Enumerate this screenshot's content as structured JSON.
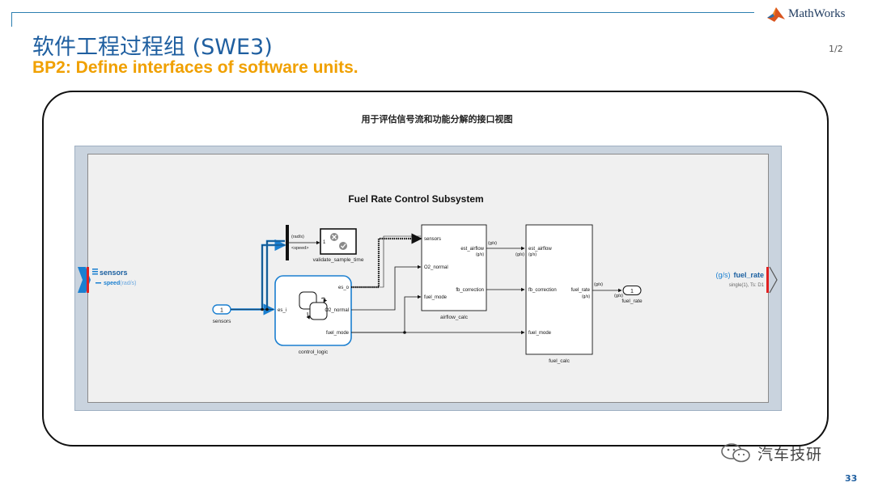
{
  "header": {
    "logo_text": "MathWorks",
    "title": "软件工程过程组 (SWE3)",
    "subtitle": "BP2: Define interfaces of software units.",
    "page_fraction": "1/2"
  },
  "figure": {
    "caption": "用于评估信号流和功能分解的接口视图",
    "diagram_title": "Fuel Rate Control Subsystem",
    "bus_in": {
      "name": "sensors",
      "element": "speed",
      "unit": "(rad/s)"
    },
    "bus_out": {
      "unit": "(g/s)",
      "name": "fuel_rate",
      "type_info": "single(1), Ts: D1"
    },
    "inport": {
      "number": "1",
      "label": "sensors"
    },
    "outport": {
      "number": "1",
      "unit": "(g/s)",
      "label": "fuel_rate"
    },
    "bus_selector": {
      "unit": "(rad/s)",
      "signal": "<speed>"
    },
    "validate_block": {
      "port": "1",
      "label": "validate_sample_time"
    },
    "control_logic": {
      "label": "control_logic",
      "in_port": "es_i",
      "out_ports": [
        "es_o",
        "O2_normal",
        "fuel_mode"
      ]
    },
    "airflow_calc": {
      "label": "airflow_calc",
      "in_ports": [
        "sensors",
        "O2_normal",
        "fuel_mode"
      ],
      "out_ports": [
        "est_airflow",
        "fb_correction"
      ],
      "out_unit": "(g/s)"
    },
    "fuel_calc": {
      "label": "fuel_calc",
      "in_ports": [
        "est_airflow",
        "fb_correction",
        "fuel_mode"
      ],
      "out_port": "fuel_rate",
      "out_unit": "(g/s)"
    },
    "signal_labels": {
      "airflow_out": "(g/s)",
      "airflow_in": "(g/s)",
      "fuel_rate_out": "(g/s)"
    }
  },
  "footer": {
    "watermark": "汽车技研",
    "page_number": "33"
  },
  "colors": {
    "title": "#1f5fa0",
    "subtitle": "#f0a000",
    "simulink_blue": "#1a7fd0",
    "bus_red": "#e02020"
  }
}
